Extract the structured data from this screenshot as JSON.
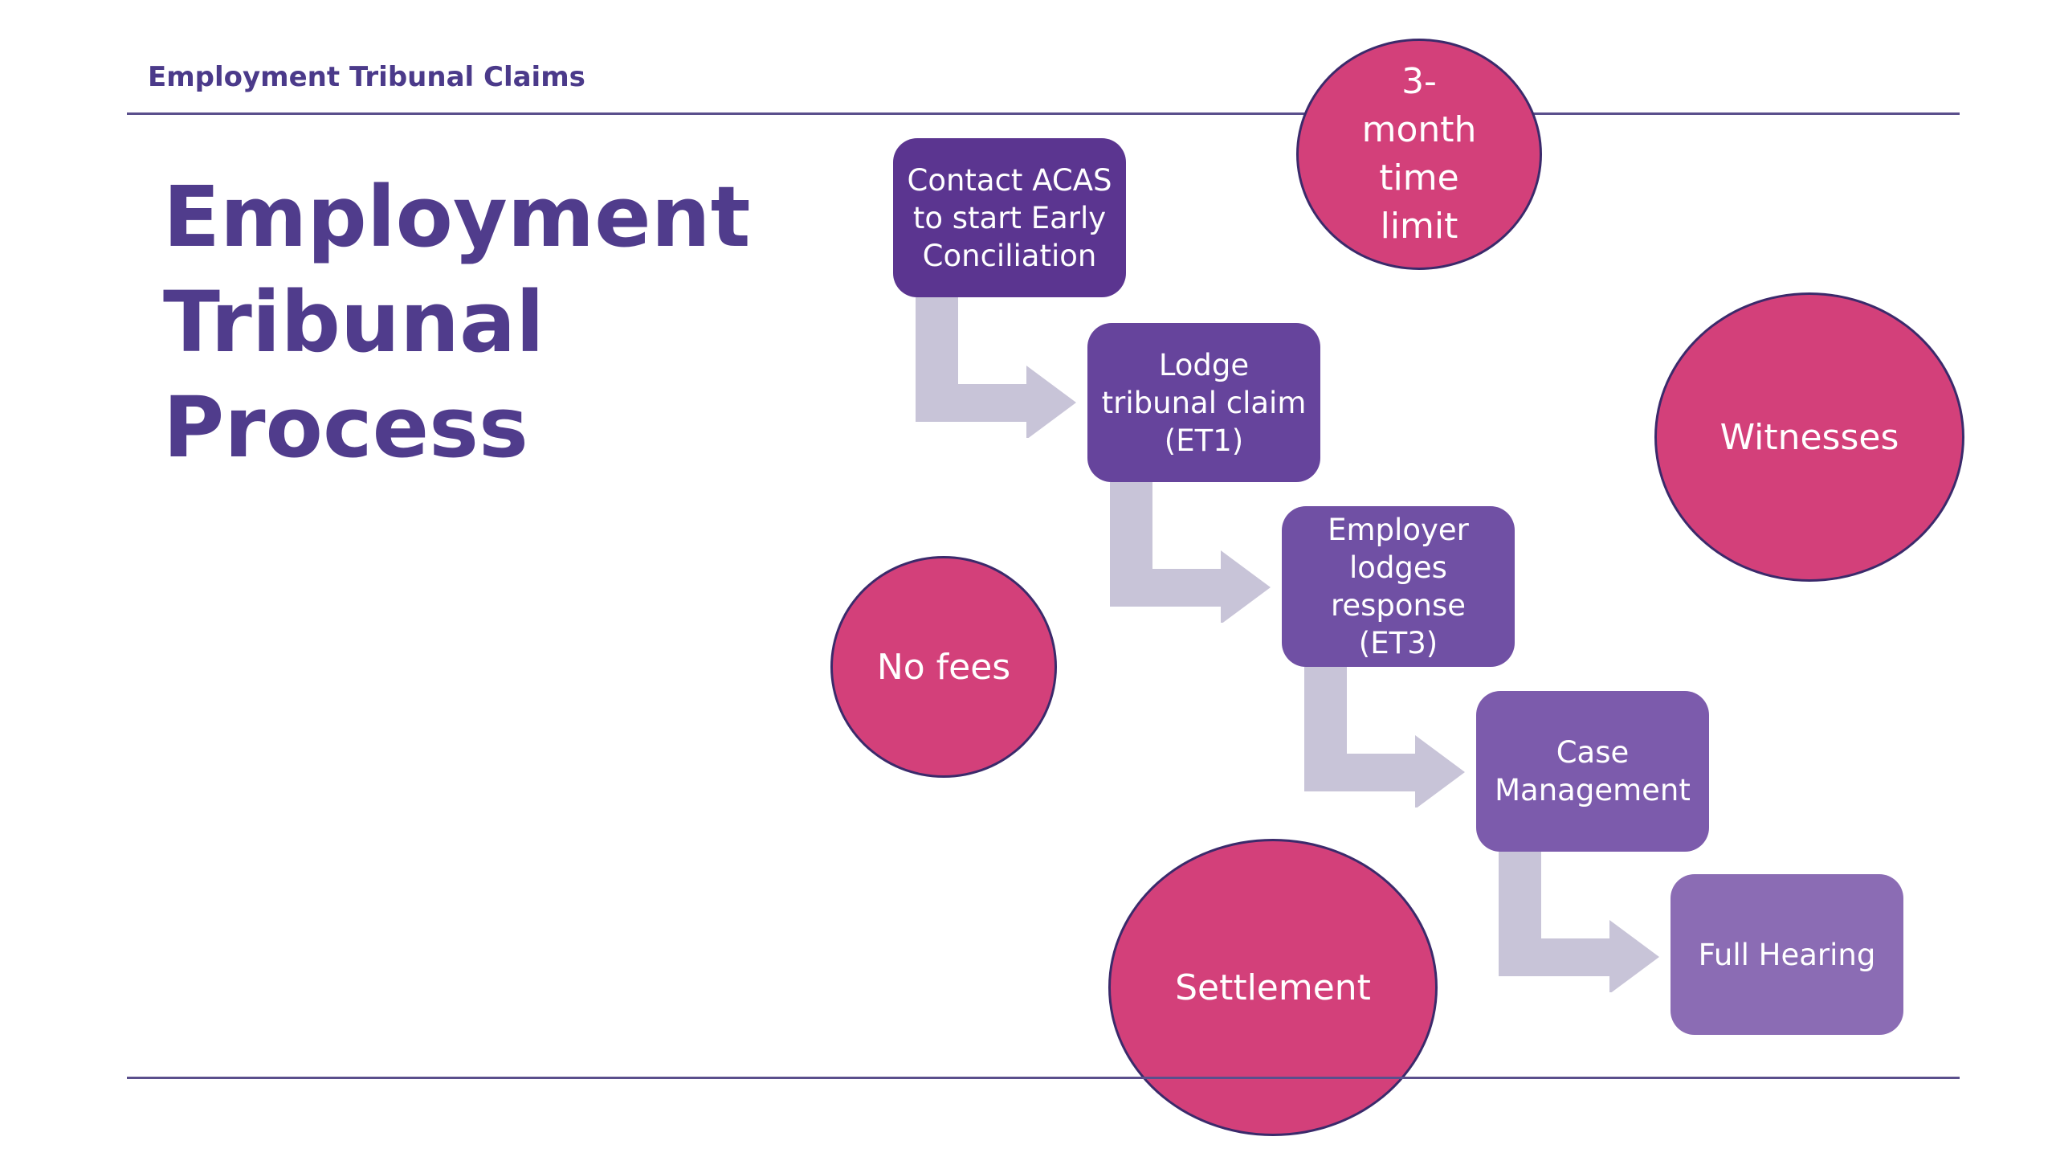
{
  "header": {
    "title": "Employment Tribunal Claims"
  },
  "main_title": {
    "line1": "Employment",
    "line2": "Tribunal",
    "line3": "Process"
  },
  "steps": [
    {
      "label": "Contact ACAS to start Early Conciliation",
      "color": "#5b3590"
    },
    {
      "label": "Lodge tribunal claim (ET1)",
      "color": "#66449c"
    },
    {
      "label": "Employer lodges response (ET3)",
      "color": "#7050a4"
    },
    {
      "label": "Case Management",
      "color": "#7c5bac"
    },
    {
      "label": "Full Hearing",
      "color": "#8b6cb4"
    }
  ],
  "bubbles": {
    "time_limit": "3-month time limit",
    "witnesses": "Witnesses",
    "no_fees": "No fees",
    "settlement": "Settlement"
  },
  "colors": {
    "bubble": "#d3407a",
    "bubble_border": "#3b2a6b",
    "arrow": "#c8c4d8",
    "title": "#503c8c"
  }
}
